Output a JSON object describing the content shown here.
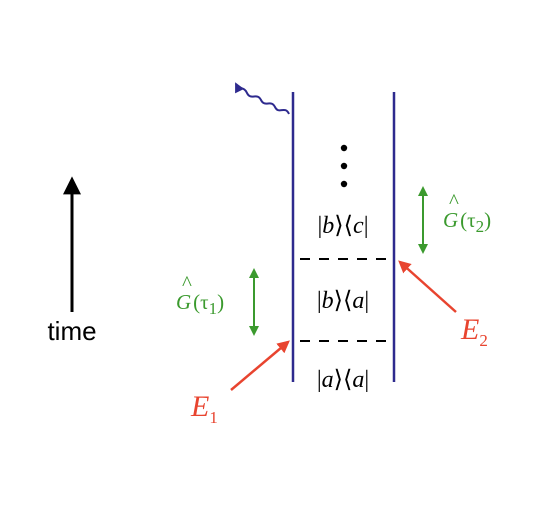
{
  "colors": {
    "rail": "#2e2a8e",
    "field": "#e8442f",
    "propagator": "#3b9a2e",
    "ink": "#000000"
  },
  "time_axis": {
    "label": "time"
  },
  "continuation": {
    "glyph": "⋮"
  },
  "density_states": [
    {
      "bra_open": "|",
      "ket_symbol": "b",
      "mid": "⟩⟨",
      "bra_symbol": "c",
      "bra_close": "|"
    },
    {
      "bra_open": "|",
      "ket_symbol": "b",
      "mid": "⟩⟨",
      "bra_symbol": "a",
      "bra_close": "|"
    },
    {
      "bra_open": "|",
      "ket_symbol": "a",
      "mid": "⟩⟨",
      "bra_symbol": "a",
      "bra_close": "|"
    }
  ],
  "propagators": [
    {
      "symbol": "G",
      "hat": "^",
      "open": "(",
      "tau": "τ",
      "index": "1",
      "close": ")"
    },
    {
      "symbol": "G",
      "hat": "^",
      "open": "(",
      "tau": "τ",
      "index": "2",
      "close": ")"
    }
  ],
  "fields": [
    {
      "symbol": "E",
      "index": "1"
    },
    {
      "symbol": "E",
      "index": "2"
    }
  ],
  "emission": {
    "icon": "wavy-arrow-icon"
  }
}
